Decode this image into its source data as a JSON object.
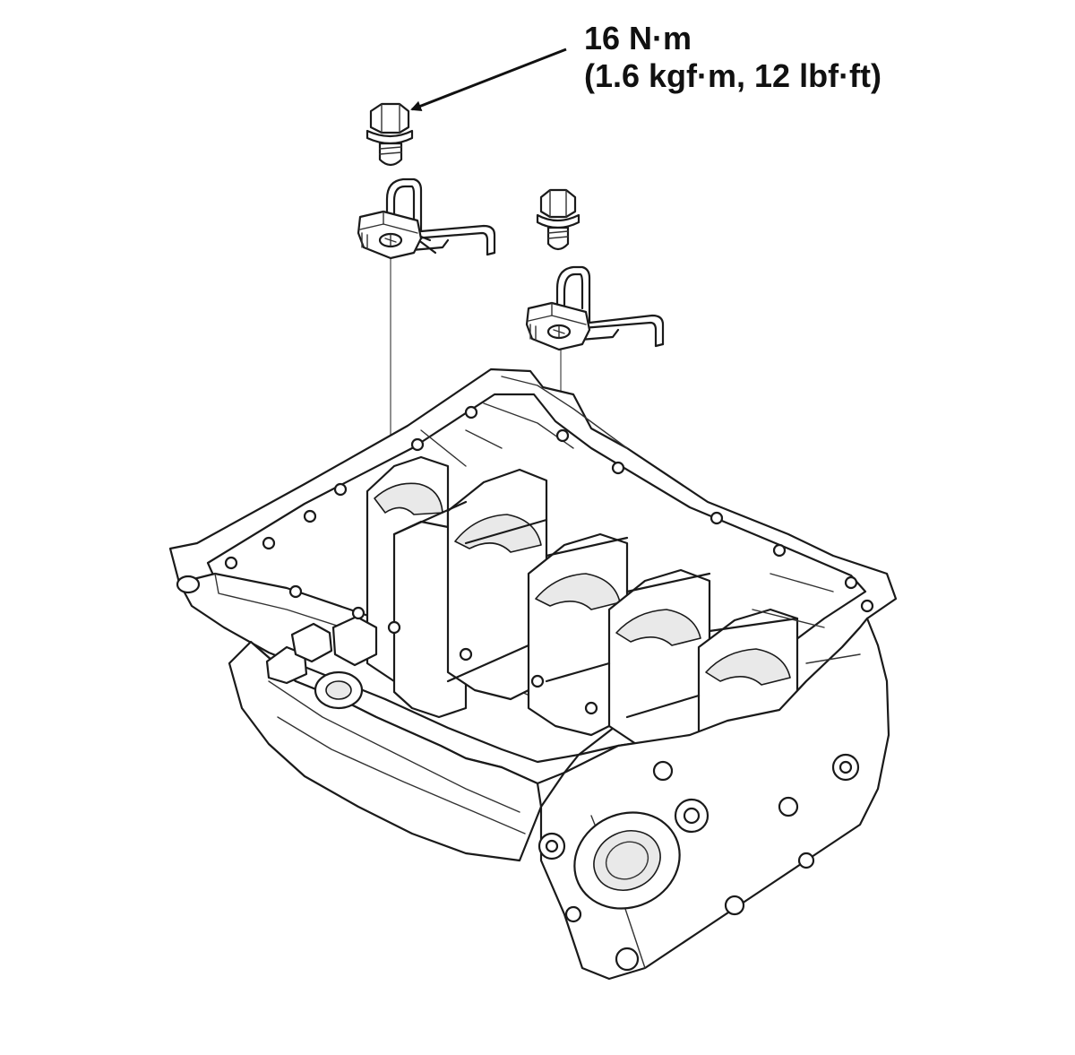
{
  "callout": {
    "torque_line1": "16 N·m",
    "torque_line2": "(1.6 kgf·m, 12 lbf·ft)"
  },
  "parts": {
    "bolt_icon": "flange-bolt",
    "jet_icon": "oil-jet",
    "block_icon": "engine-block"
  }
}
